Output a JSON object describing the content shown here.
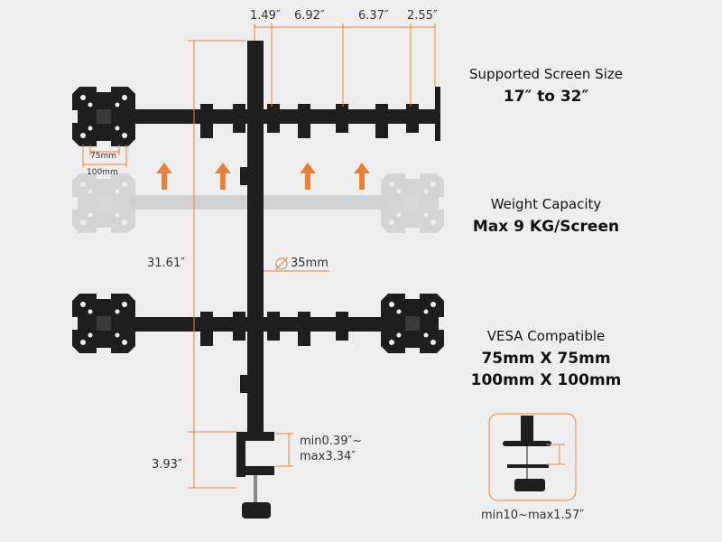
{
  "dimensions": {
    "top": [
      "1.49″",
      "6.92″",
      "6.37″",
      "2.55″"
    ],
    "height_total": "31.61″",
    "height_clamp": "3.93″",
    "pole_diameter": "35mm",
    "clamp_range_1": "min0.39″~",
    "clamp_range_2": "max3.34″",
    "vesa_small": "75mm",
    "vesa_large": "100mm",
    "grommet_range": "min10~max1.57″"
  },
  "specs": {
    "screen_size_label": "Supported Screen Size",
    "screen_size_value": "17″ to 32″",
    "weight_label": "Weight Capacity",
    "weight_value": "Max 9 KG/Screen",
    "vesa_label": "VESA Compatible",
    "vesa_value_1": "75mm X 75mm",
    "vesa_value_2": "100mm X 100mm"
  },
  "colors": {
    "accent": "#e8803a",
    "background": "#eeeeee",
    "metal": "#1e1e1e"
  }
}
